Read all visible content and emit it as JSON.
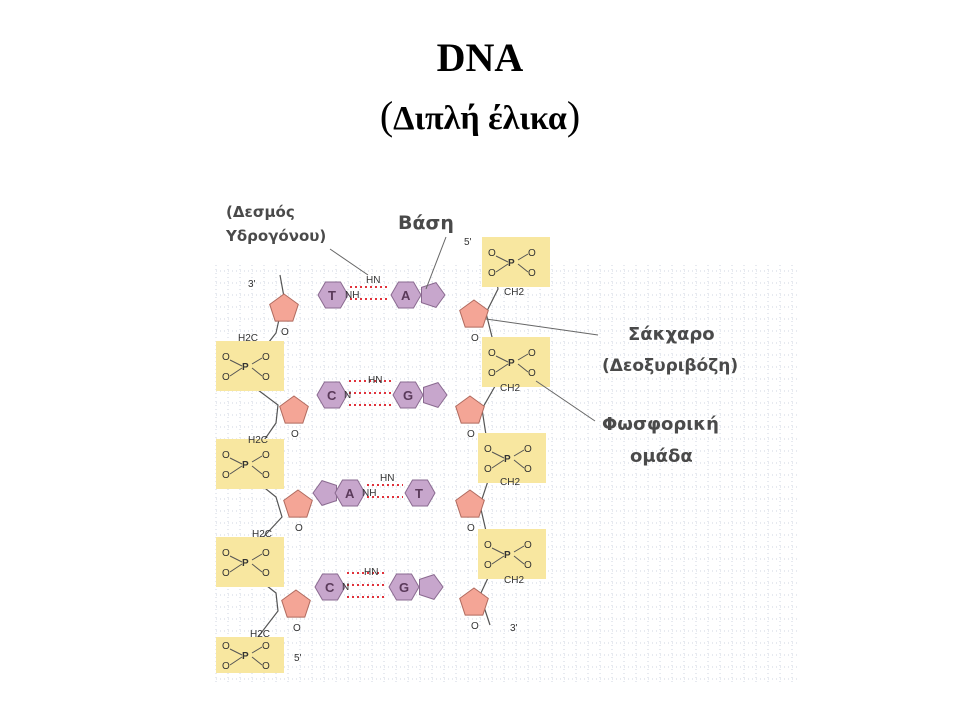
{
  "header": {
    "title": "DNA",
    "subtitle_open": "(",
    "subtitle_text": "Διπλή έλικα",
    "subtitle_close": ")"
  },
  "labels": {
    "hydrogen_bond": [
      "(Δεσμός",
      "Υδρογόνου)"
    ],
    "base": "Βάση",
    "sugar": [
      "Σάκχαρο",
      "(Δεοξυριβόζη)"
    ],
    "phosphate": [
      "Φωσφορική",
      "ομάδα"
    ]
  },
  "strand_ends": {
    "left_top": "3'",
    "right_top": "5'",
    "left_bottom": "5'",
    "right_bottom": "3'"
  },
  "pairs": [
    {
      "left": "T",
      "right": "A"
    },
    {
      "left": "C",
      "right": "G"
    },
    {
      "left": "A",
      "right": "T"
    },
    {
      "left": "C",
      "right": "G"
    }
  ],
  "chem": {
    "p": "P",
    "o": "O",
    "ch2": "CH2",
    "h2c": "H2C",
    "hn": "HN",
    "nh": "NH",
    "n": "N"
  },
  "colors": {
    "phosphate_box": "#f8e7a0",
    "sugar": "#f4a596",
    "base": "#c7a6cc",
    "hbond": "#e0323b",
    "grid": "#cfd6e0"
  }
}
